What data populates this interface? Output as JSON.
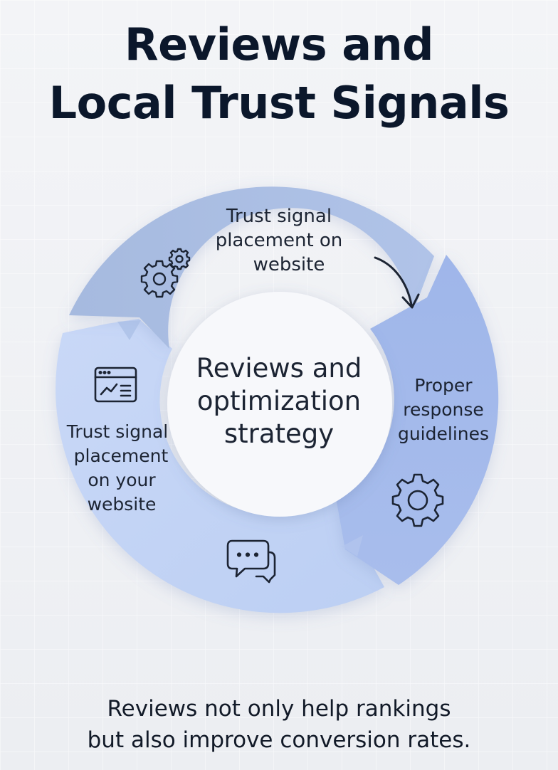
{
  "title": {
    "line1": "Reviews and",
    "line2": "Local Trust Signals"
  },
  "center": {
    "line1": "Reviews and",
    "line2": "optimization",
    "line3": "strategy"
  },
  "segments": [
    {
      "id": "top",
      "lines": [
        "Trust signal",
        "placement on",
        "website"
      ],
      "icon": "gears-icon",
      "color": "#a9bde8"
    },
    {
      "id": "right",
      "lines": [
        "Proper",
        "response",
        "guidelines"
      ],
      "icon": "gear-icon",
      "color": "#9db5ea"
    },
    {
      "id": "left",
      "lines": [
        "Trust signal",
        "placement",
        "on your",
        "website"
      ],
      "icon": "analytics-window-icon",
      "color": "#c3d4f6"
    }
  ],
  "extra_icons": [
    "chat-bubbles-icon",
    "curved-arrow-icon"
  ],
  "footer": {
    "line1": "Reviews not only help rankings",
    "line2": "but also improve conversion rates."
  }
}
